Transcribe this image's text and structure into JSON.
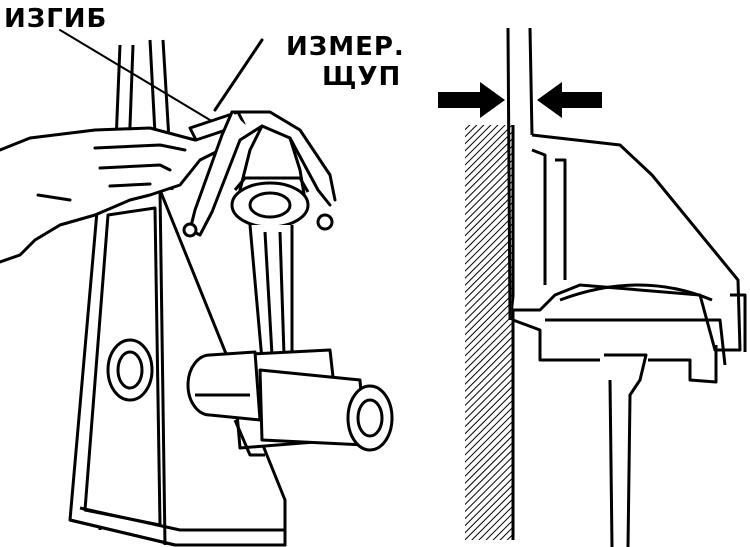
{
  "labels": {
    "bend": "ИЗГИБ",
    "gauge_line1": "ИЗМЕР.",
    "gauge_line2": "ЩУП"
  },
  "colors": {
    "ink": "#000000",
    "paper": "#ffffff"
  },
  "icons": {
    "gap_arrow_left": "arrow-right-icon",
    "gap_arrow_right": "arrow-left-icon"
  }
}
